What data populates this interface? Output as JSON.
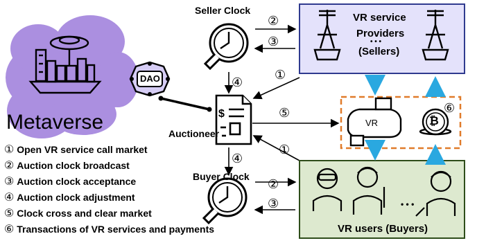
{
  "labels": {
    "seller_clock": "Seller Clock",
    "buyer_clock": "Buyer Clock",
    "auctioneer": "Auctioneer",
    "metaverse": "Metaverse",
    "dao": "DAO",
    "vr_headset": "VR",
    "providers_title_1": "VR service",
    "providers_title_2": "Providers",
    "providers_title_3": "(Sellers)",
    "providers_dots": "• • •",
    "users_title": "VR users (Buyers)",
    "users_dots": "• • •",
    "bitcoin_symbol": "₿"
  },
  "step_markers": {
    "s1": "①",
    "s2": "②",
    "s3": "③",
    "s4": "④",
    "s5": "⑤",
    "s6": "⑥"
  },
  "legend": [
    {
      "marker": "①",
      "text": "Open VR service call market"
    },
    {
      "marker": "②",
      "text": "Auction clock broadcast"
    },
    {
      "marker": "③",
      "text": "Auction clock acceptance"
    },
    {
      "marker": "④",
      "text": "Auction clock adjustment"
    },
    {
      "marker": "⑤",
      "text": "Clock cross and clear market"
    },
    {
      "marker": "⑥",
      "text": "Transactions of VR services and payments"
    }
  ],
  "colors": {
    "providers_fill": "#e4e2fb",
    "providers_border": "#2f3a8f",
    "users_fill": "#dde9cf",
    "users_border": "#2e4d1a",
    "dashed_box": "#e07b2a",
    "blue_arrow": "#2aa8e0",
    "metaverse_cloud": "#ab8fe0"
  },
  "icons": {
    "metaverse": "city-island-icon",
    "clock": "clock-gavel-icon",
    "auctioneer": "document-icon",
    "towers": "transmission-tower-icon",
    "vr": "vr-headset-icon",
    "bitcoin": "bitcoin-coin-icon",
    "users": "worker-icon"
  }
}
